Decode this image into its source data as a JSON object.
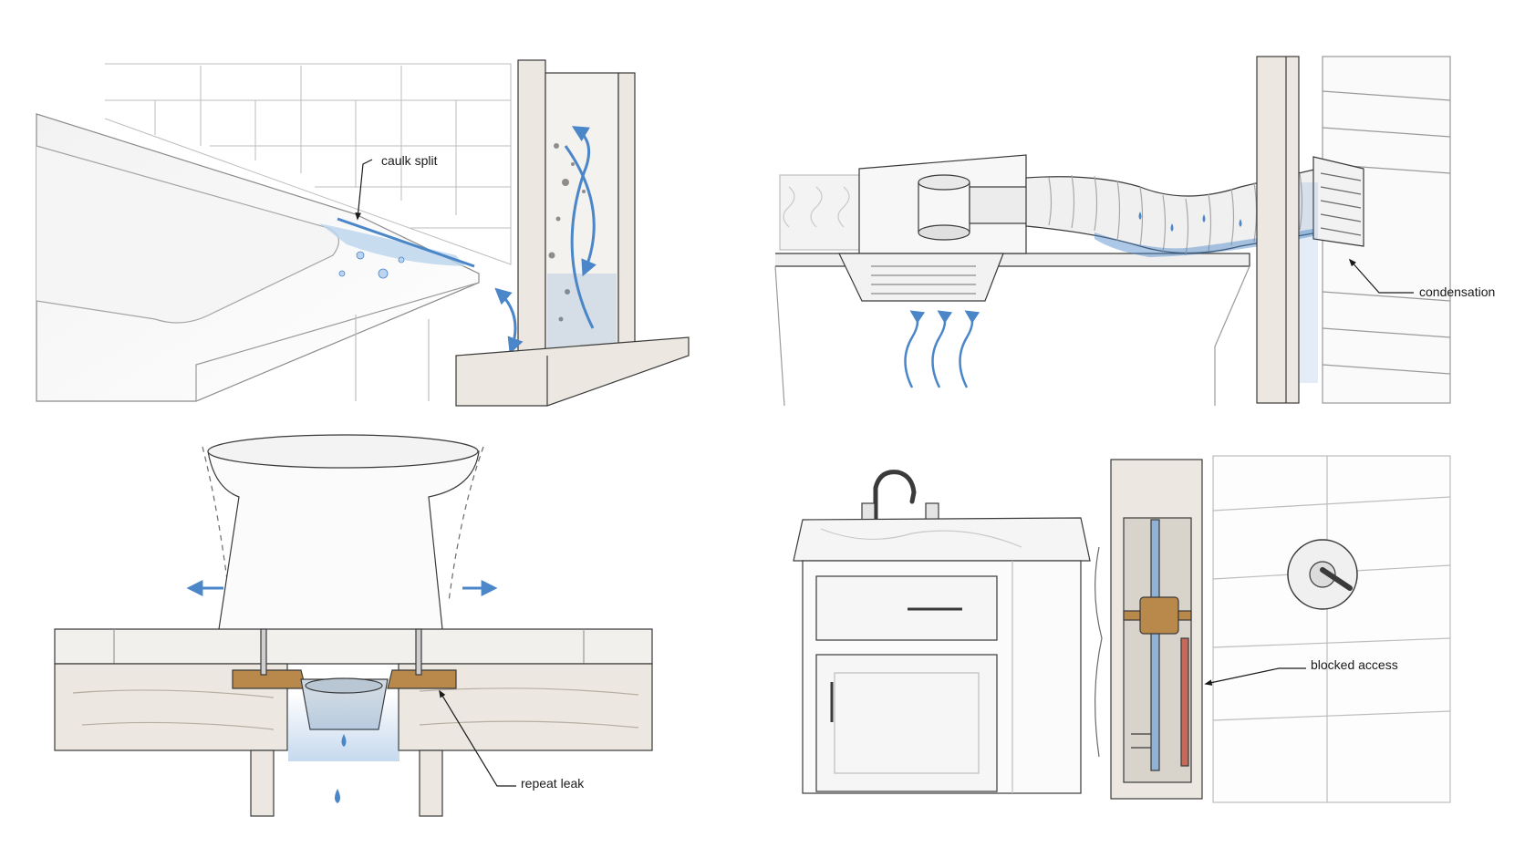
{
  "panels": [
    {
      "id": "tub",
      "callout": "caulk split"
    },
    {
      "id": "fan",
      "callout": "condensation"
    },
    {
      "id": "toilet",
      "callout": "repeat leak"
    },
    {
      "id": "vanity",
      "callout": "blocked access"
    }
  ],
  "colors": {
    "line": "#3a3a3a",
    "light_line": "#9a9a9a",
    "water": "#4a86c8",
    "water_light": "#bcd4ee",
    "mold": "#3b3b3b",
    "wood": "#e8e3da",
    "brass": "#b8894a",
    "copper": "#c46a5a"
  }
}
